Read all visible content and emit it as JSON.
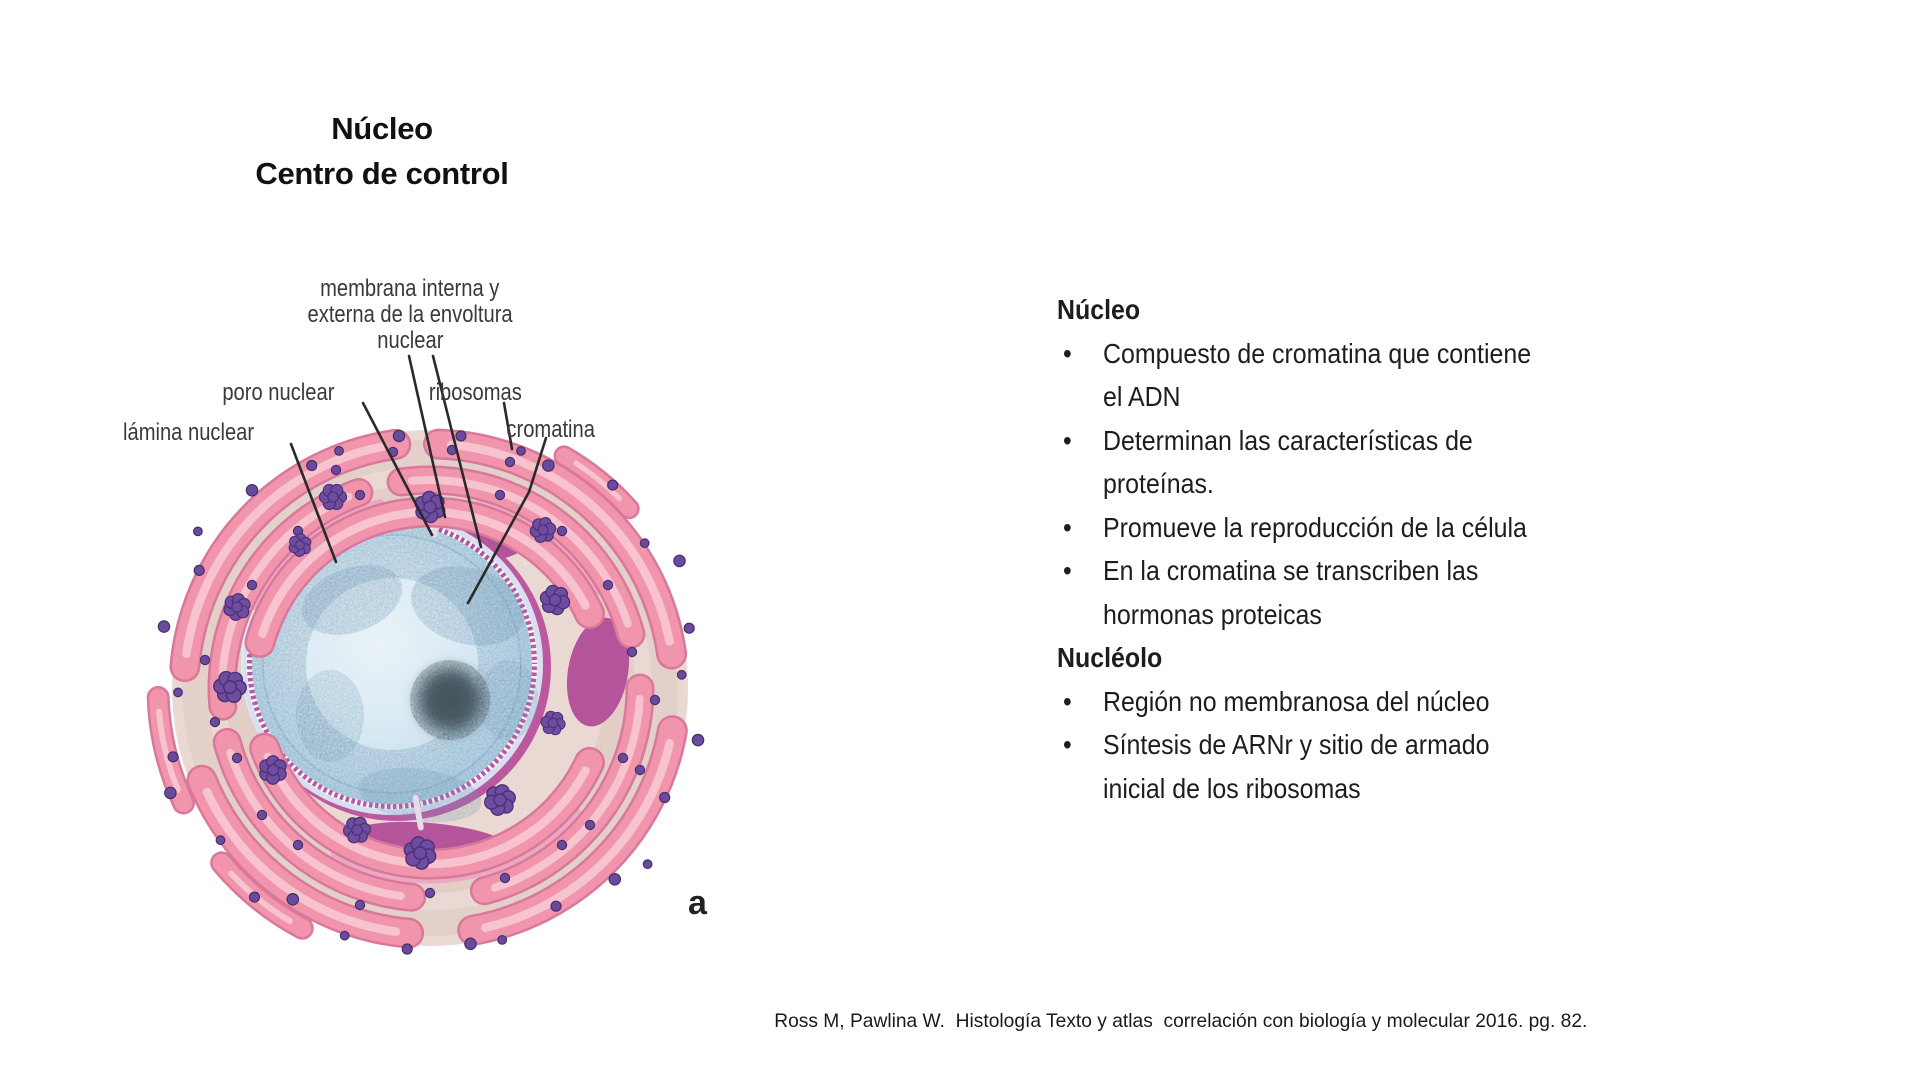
{
  "title": {
    "line1": "Núcleo",
    "line2": "Centro de control"
  },
  "figure": {
    "labels": {
      "membrana_line1": "membrana interna y",
      "membrana_line2": "externa de la envoltura",
      "membrana_line3": "nuclear",
      "poro": "poro nuclear",
      "ribosomas": "ribosomas",
      "lamina": "lámina nuclear",
      "cromatina": "cromatina",
      "panel_letter": "a"
    },
    "colors": {
      "er_pink": "#f095ab",
      "er_pink_dark": "#d9789c",
      "er_pink_light": "#f7c3cf",
      "cytoplasm_cream": "#ead9d2",
      "envelope_magenta": "#bb58a0",
      "nucleus_blue": "#cde3f0",
      "chromatin_blue": "#6f96b2",
      "ribosome_purple": "#6a4a9c"
    }
  },
  "right_panel": {
    "bullet_char": "•",
    "items": [
      {
        "type": "heading",
        "text": "Núcleo"
      },
      {
        "type": "bullet",
        "lines": [
          "Compuesto de cromatina que contiene",
          "el ADN"
        ]
      },
      {
        "type": "bullet",
        "lines": [
          "Determinan las características de",
          "proteínas."
        ]
      },
      {
        "type": "bullet",
        "lines": [
          "Promueve la reproducción de la célula"
        ]
      },
      {
        "type": "bullet",
        "lines": [
          "En la cromatina se transcriben las",
          "hormonas proteicas"
        ]
      },
      {
        "type": "heading",
        "text": "Nucléolo"
      },
      {
        "type": "bullet",
        "lines": [
          "Región no membranosa del núcleo"
        ]
      },
      {
        "type": "bullet",
        "lines": [
          "Síntesis de ARNr y sitio de armado",
          "inicial de los ribosomas"
        ]
      }
    ]
  },
  "citation": {
    "text": "Ross M, Pawlina W.  Histología Texto y atlas  correlación con biología y molecular 2016. pg. 82."
  }
}
